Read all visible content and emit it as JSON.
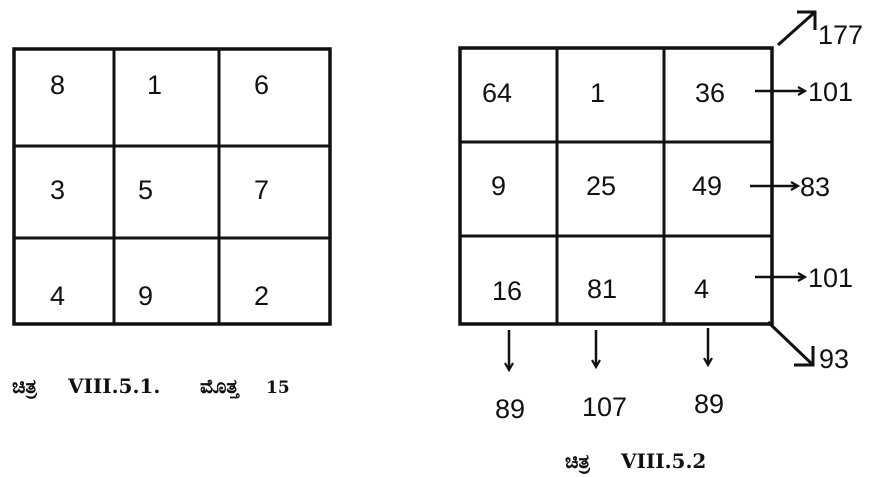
{
  "figure1": {
    "cells": [
      [
        "8",
        "1",
        "6"
      ],
      [
        "3",
        "5",
        "7"
      ],
      [
        "4",
        "9",
        "2"
      ]
    ],
    "caption_script": "ಚಿತ್ರ",
    "caption_label": "VIII.5.1.",
    "caption_script2": "ಮೊತ್ತ",
    "caption_number": "15"
  },
  "figure2": {
    "cells": [
      [
        "64",
        "1",
        "36"
      ],
      [
        "9",
        "25",
        "49"
      ],
      [
        "16",
        "81",
        "4"
      ]
    ],
    "row_sums": [
      "101",
      "83",
      "101"
    ],
    "column_sums": [
      "89",
      "107",
      "89"
    ],
    "diagonal_up_sum": "177",
    "diagonal_down_sum": "93",
    "caption_script": "ಚಿತ್ರ",
    "caption_label": "VIII.5.2"
  }
}
